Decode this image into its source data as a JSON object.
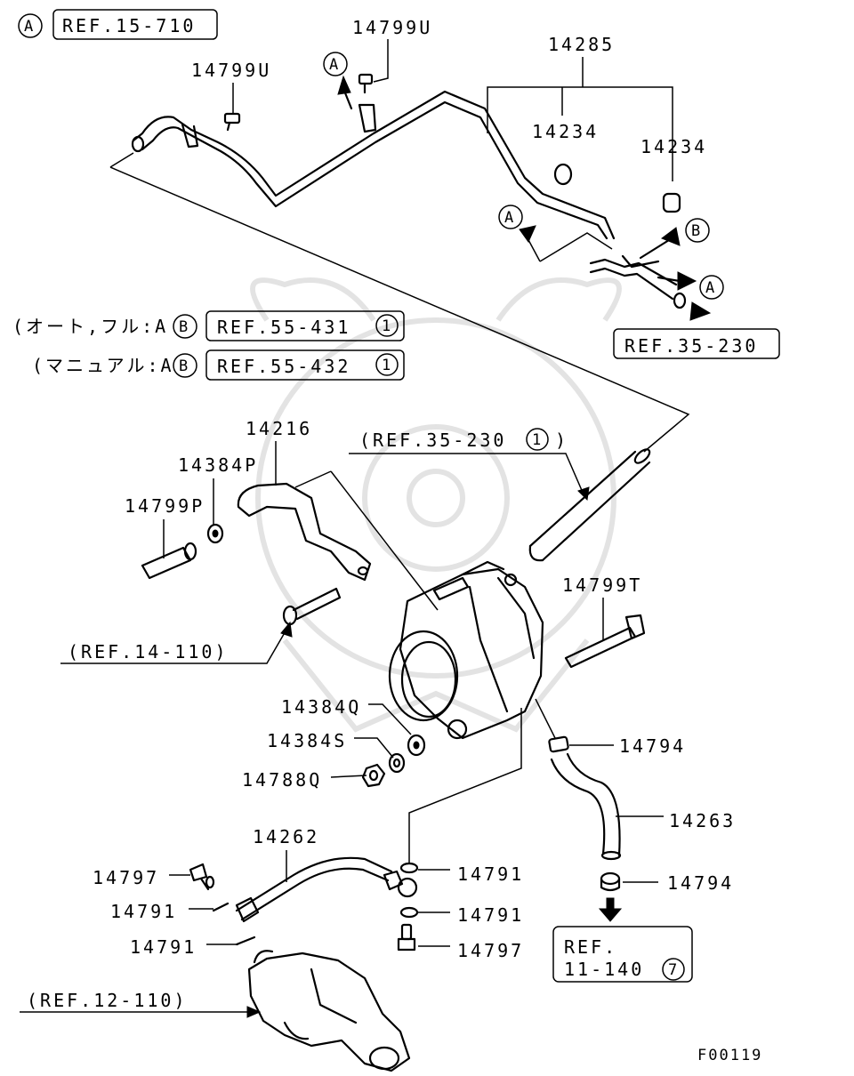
{
  "callouts": {
    "ref_15_710": "REF.15-710",
    "p14799u_a": "14799U",
    "p14799u_b": "14799U",
    "p14285": "14285",
    "p14234_a": "14234",
    "p14234_b": "14234",
    "auto_full": "(オート,フル:A",
    "manual": "(マニュアル:A",
    "ref_55_431": "REF.55-431",
    "ref_55_432": "REF.55-432",
    "ref_35_230_box": "REF.35-230",
    "ref_35_230_paren_open": "(REF.35-230",
    "ref_35_230_paren_close": ")",
    "p14216": "14216",
    "p14384p": "14384P",
    "p14799p": "14799P",
    "ref_14_110": "(REF.14-110)",
    "p14799t": "14799T",
    "p14384q": "14384Q",
    "p14384s": "14384S",
    "p14788q": "14788Q",
    "p14794_a": "14794",
    "p14263": "14263",
    "p14262": "14262",
    "p14797_a": "14797",
    "p14791_a": "14791",
    "p14791_b": "14791",
    "p14791_c": "14791",
    "p14791_d": "14791",
    "p14797_b": "14797",
    "p14794_b": "14794",
    "ref_11_140_line1": "REF.",
    "ref_11_140_line2": "11-140",
    "ref_12_110": "(REF.12-110)",
    "figure_code": "F00119"
  },
  "markers": {
    "a": "A",
    "b": "B",
    "one": "1",
    "seven": "7"
  }
}
